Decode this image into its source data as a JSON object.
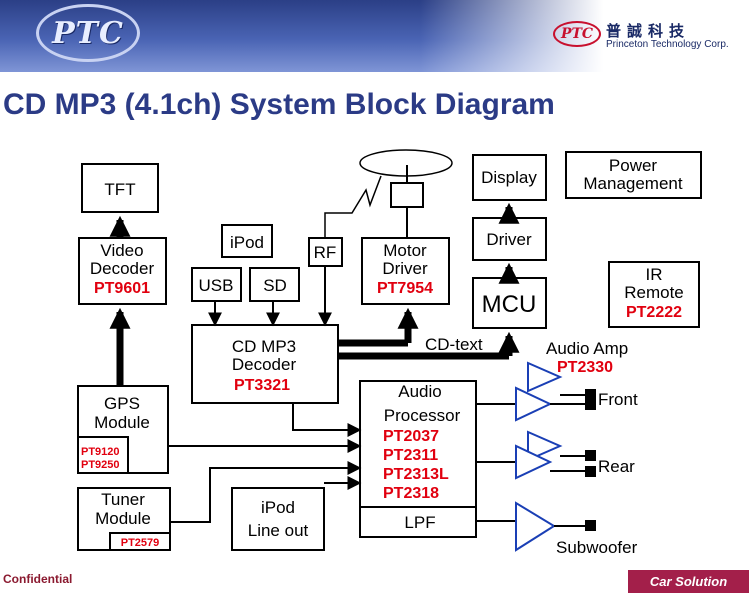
{
  "header": {
    "logo_text": "PTC",
    "corp_logo": "PTC",
    "company_zh": "普誠科技",
    "company_en": "Princeton Technology Corp."
  },
  "title": "CD MP3 (4.1ch) System Block Diagram",
  "blocks": {
    "tft": "TFT",
    "video_decoder": {
      "line1": "Video",
      "line2": "Decoder",
      "part": "PT9601"
    },
    "ipod": "iPod",
    "usb": "USB",
    "sd": "SD",
    "rf": "RF",
    "motor_driver": {
      "line1": "Motor",
      "line2": "Driver",
      "part": "PT7954"
    },
    "display": "Display",
    "power": {
      "line1": "Power",
      "line2": "Management"
    },
    "driver": "Driver",
    "mcu": "MCU",
    "ir_remote": {
      "line1": "IR",
      "line2": "Remote",
      "part": "PT2222"
    },
    "cd_decoder": {
      "line1": "CD MP3",
      "line2": "Decoder",
      "part": "PT3321"
    },
    "cd_text": "CD-text",
    "audio_amp": {
      "label": "Audio Amp",
      "part": "PT2330"
    },
    "gps": {
      "line1": "GPS",
      "line2": "Module",
      "part1": "PT9120",
      "part2": "PT9250"
    },
    "audio_processor": {
      "line1": "Audio",
      "line2": "Processor",
      "parts": [
        "PT2037",
        "PT2311",
        "PT2313L",
        "PT2318"
      ]
    },
    "lpf": "LPF",
    "tuner": {
      "line1": "Tuner",
      "line2": "Module",
      "part": "PT2579"
    },
    "ipod_lineout": {
      "line1": "iPod",
      "line2": "Line out"
    },
    "outputs": {
      "front": "Front",
      "rear": "Rear",
      "sub": "Subwoofer"
    }
  },
  "footer": {
    "left": "Confidential",
    "right": "Car Solution"
  },
  "colors": {
    "header": "#2b3f86",
    "title": "#2b3b86",
    "part_red": "#e1000f",
    "amp_blue": "#1a3fb5",
    "footer_badge": "#a31f4a"
  }
}
